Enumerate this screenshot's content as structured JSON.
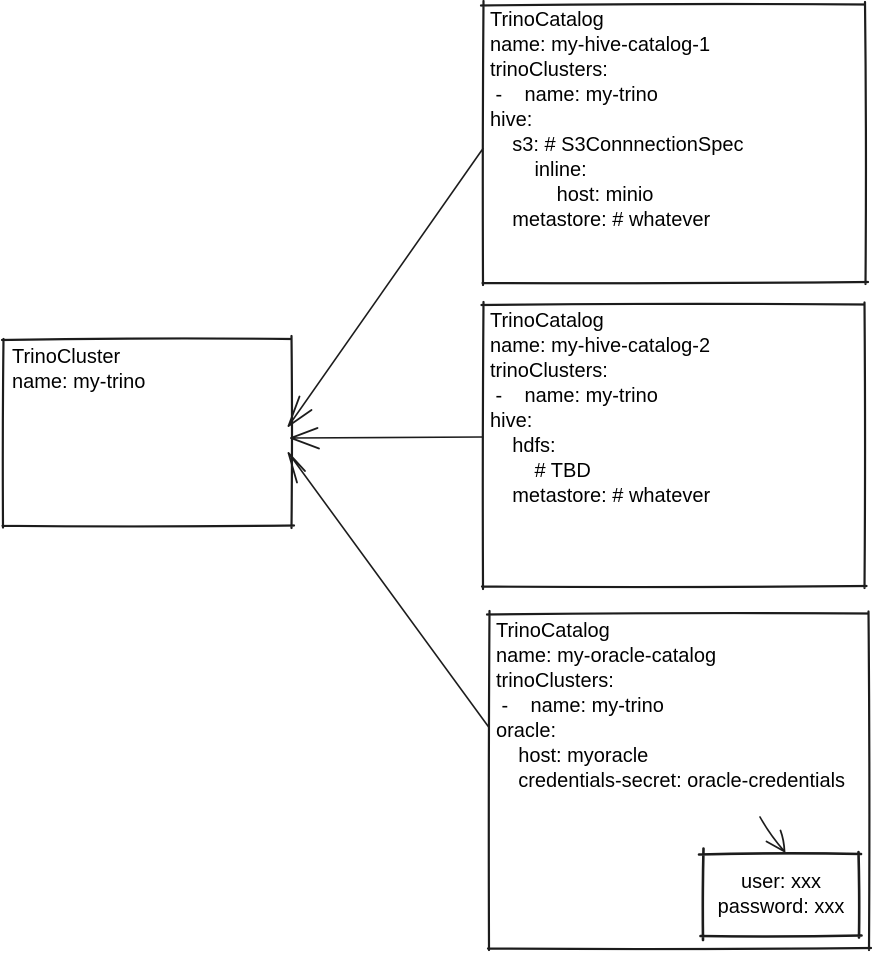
{
  "diagram": {
    "colors": {
      "background": "#ffffff",
      "stroke": "#1c1c1c",
      "text": "#000000"
    },
    "cluster_node": {
      "lines": [
        "TrinoCluster",
        "name: my-trino"
      ]
    },
    "catalog_nodes": [
      {
        "lines": [
          "TrinoCatalog",
          "name: my-hive-catalog-1",
          "trinoClusters:",
          " -    name: my-trino",
          "hive:",
          "    s3: # S3ConnnectionSpec",
          "        inline:",
          "            host: minio",
          "    metastore: # whatever"
        ]
      },
      {
        "lines": [
          "TrinoCatalog",
          "name: my-hive-catalog-2",
          "trinoClusters:",
          " -    name: my-trino",
          "hive:",
          "    hdfs:",
          "        # TBD",
          "    metastore: # whatever"
        ]
      },
      {
        "lines": [
          "TrinoCatalog",
          "name: my-oracle-catalog",
          "trinoClusters:",
          " -    name: my-trino",
          "oracle:",
          "    host: myoracle",
          "    credentials-secret: oracle-credentials"
        ]
      }
    ],
    "secret_node": {
      "lines": [
        "user: xxx",
        "password: xxx"
      ]
    }
  }
}
